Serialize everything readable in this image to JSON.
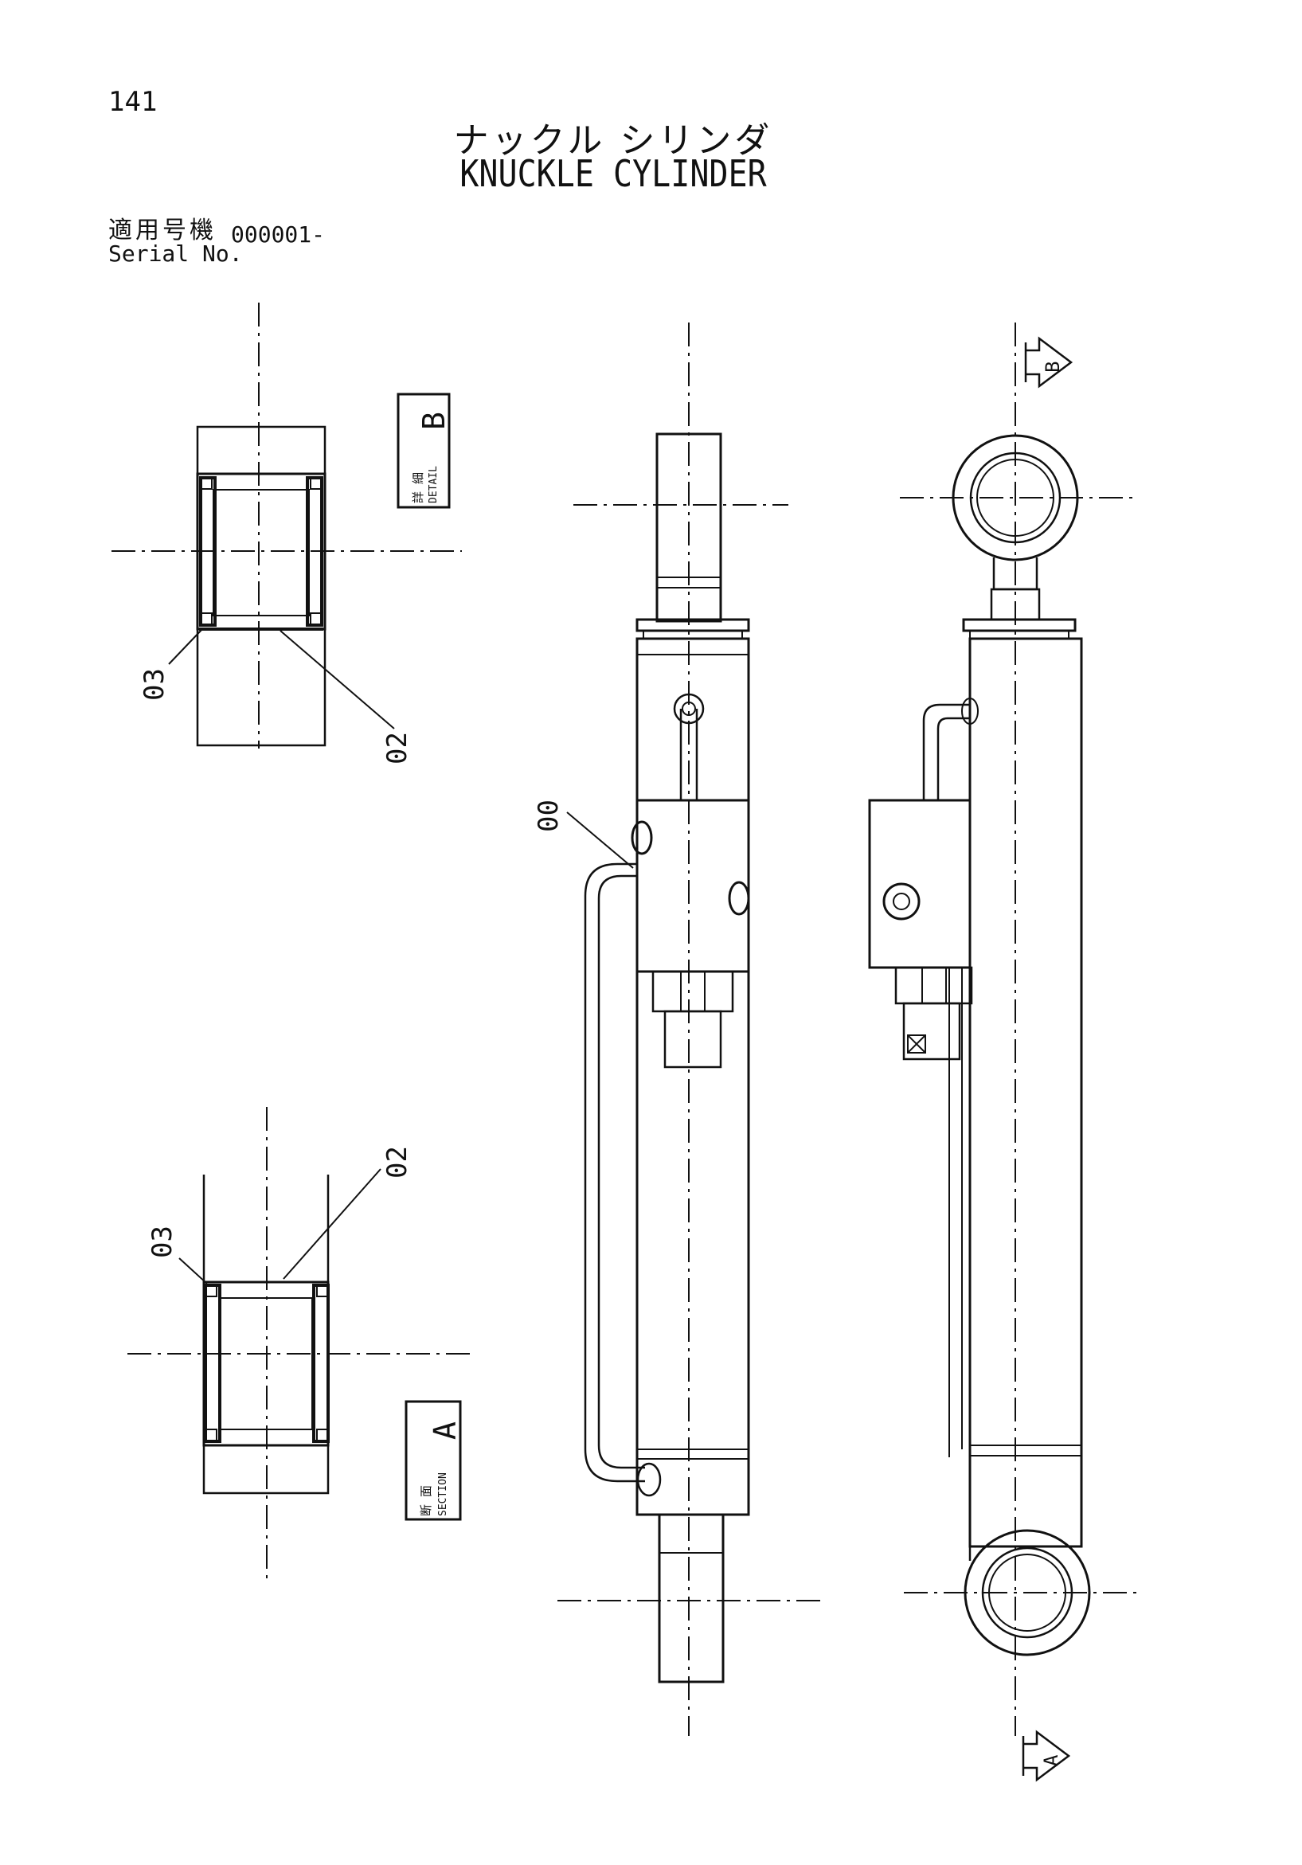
{
  "header": {
    "page_number": "141",
    "title_ja": "ナックル シリンダ",
    "title_en": "KNUCKLE CYLINDER"
  },
  "serial": {
    "label_ja": "適用号機",
    "label_en": "Serial No.",
    "value": "000001-"
  },
  "callouts": {
    "part_00": "00",
    "part_02_top": "02",
    "part_03_top": "03",
    "part_02_bottom": "02",
    "part_03_bottom": "03"
  },
  "detail_box": {
    "ja": "詳 細",
    "en": "DETAIL",
    "letter": "B"
  },
  "section_box": {
    "ja": "断 面",
    "en": "SECTION",
    "letter": "A"
  },
  "view_markers": {
    "top_letter": "B",
    "bottom_letter": "A"
  }
}
